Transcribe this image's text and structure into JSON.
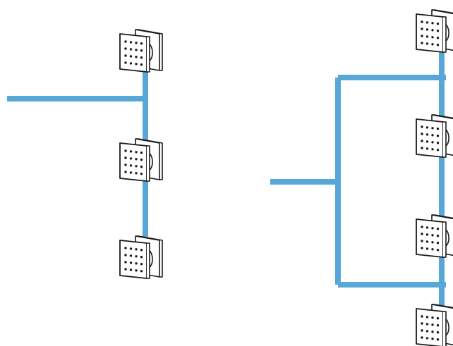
{
  "colors": {
    "pipe": "#58a7d9",
    "outline": "#1a1a1a",
    "nozzle": "#1a1a1a",
    "background": "#ffffff"
  },
  "diagrams": [
    {
      "name": "series-connection",
      "jet_count": 3,
      "jet_icon": "body-jet-icon"
    },
    {
      "name": "loop-connection",
      "jet_count": 4,
      "jet_icon": "body-jet-icon"
    }
  ]
}
